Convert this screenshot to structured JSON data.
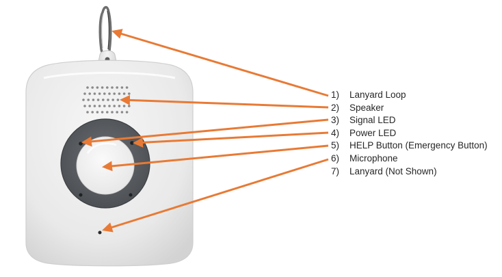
{
  "legend": {
    "items": [
      {
        "number": "1)",
        "label": "Lanyard Loop"
      },
      {
        "number": "2)",
        "label": "Speaker"
      },
      {
        "number": "3)",
        "label": "Signal LED"
      },
      {
        "number": "4)",
        "label": "Power LED"
      },
      {
        "number": "5)",
        "label": "HELP Button (Emergency Button)"
      },
      {
        "number": "6)",
        "label": "Microphone"
      },
      {
        "number": "7)",
        "label": "Lanyard (Not Shown)"
      }
    ]
  },
  "colors": {
    "arrow": "#e87a35",
    "device_body": "#ececec",
    "button_ring": "#5c5f63",
    "help_button": "#f4f4f4",
    "text": "#262626"
  }
}
